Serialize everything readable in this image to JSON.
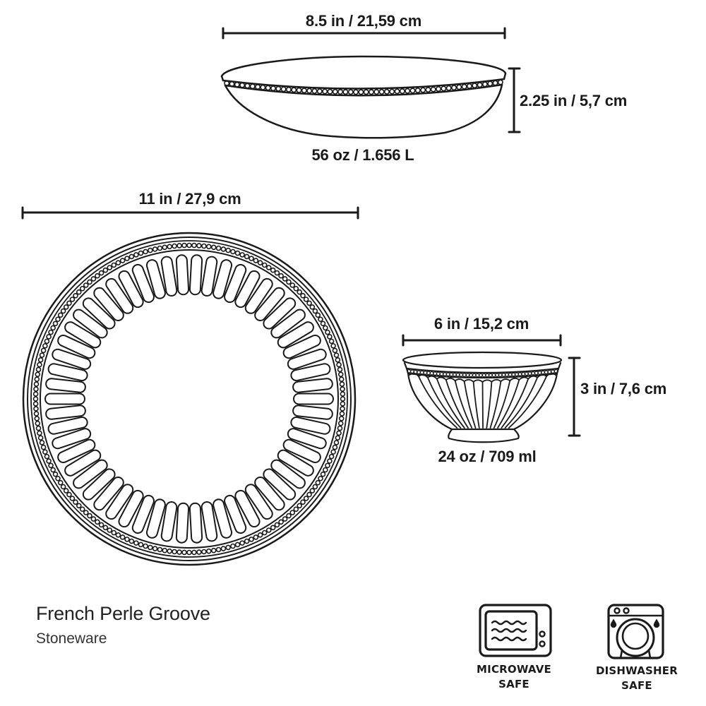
{
  "product": {
    "name": "French Perle Groove",
    "material": "Stoneware"
  },
  "items": {
    "serving_bowl": {
      "width_label": "8.5 in / 21,59 cm",
      "height_label": "2.25 in / 5,7 cm",
      "capacity_label": "56 oz / 1.656 L"
    },
    "dinner_plate": {
      "width_label": "11 in / 27,9 cm"
    },
    "cereal_bowl": {
      "width_label": "6 in / 15,2 cm",
      "height_label": "3 in / 7,6 cm",
      "capacity_label": "24 oz / 709 ml"
    }
  },
  "badges": [
    {
      "icon": "microwave-icon",
      "line1": "MICROWAVE",
      "line2": "SAFE"
    },
    {
      "icon": "dishwasher-icon",
      "line1": "DISHWASHER",
      "line2": "SAFE"
    }
  ],
  "colors": {
    "stroke": "#1a1a1a",
    "background": "#ffffff"
  }
}
